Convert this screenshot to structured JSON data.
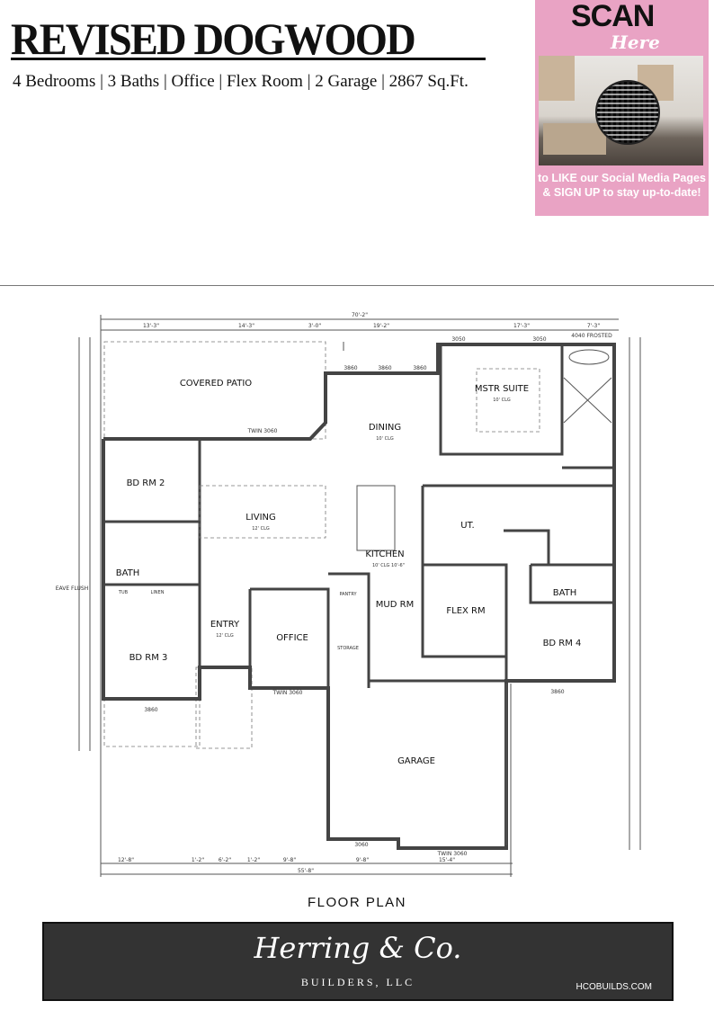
{
  "header": {
    "title": "REVISED DOGWOOD",
    "subtitle": "4 Bedrooms | 3 Baths | Office | Flex Room | 2 Garage | 2867 Sq.Ft."
  },
  "promo": {
    "scan": "SCAN",
    "here": "Here",
    "message": "to LIKE our Social Media Pages & SIGN UP to stay up-to-date!",
    "background": "#e9a3c4"
  },
  "plan": {
    "caption": "FLOOR PLAN",
    "rooms": {
      "covered_patio": "COVERED PATIO",
      "dining": "DINING",
      "dining_clg": "10' CLG",
      "master": "MSTR SUITE",
      "master_clg": "10' CLG",
      "bd2": "BD RM 2",
      "living": "LIVING",
      "living_clg": "12' CLG",
      "kitchen": "KITCHEN",
      "kitchen_clg": "10' CLG 10'-6\"",
      "ut": "UT.",
      "bath_left": "BATH",
      "bath_right": "BATH",
      "entry": "ENTRY",
      "entry_clg": "12' CLG",
      "office": "OFFICE",
      "mud": "MUD RM",
      "flex": "FLEX RM",
      "bd3": "BD RM 3",
      "bd4": "BD RM 4",
      "garage": "GARAGE",
      "pantry": "PANTRY",
      "storage": "STORAGE",
      "tub": "TUB",
      "linen": "LINEN",
      "eave": "EAVE FLUSH"
    },
    "dims_top": {
      "overall": "70'-2\"",
      "d1": "13'-3\"",
      "d2": "14'-3\"",
      "d3": "3'-0\"",
      "d4": "19'-2\"",
      "d5": "17'-3\"",
      "d6": "7'-3\""
    },
    "dims_bottom": {
      "overall": "55'-8\"",
      "d1": "12'-8\"",
      "d2": "1'-2\"",
      "d3": "6'-2\"",
      "d4": "1'-2\"",
      "d5": "9'-8\"",
      "d6": "9'-8\"",
      "d7": "15'-4\""
    },
    "windows": {
      "w3050a": "3050",
      "w3050b": "3050",
      "w4040": "4040 FROSTED",
      "w3860a": "3860",
      "w3860b": "3860",
      "w3860c": "3860",
      "twin_patio": "TWIN 3060",
      "twin_office": "TWIN 3060",
      "w3860_bd3": "3860",
      "w3860_bd4": "3860",
      "w3060_garage": "3060",
      "twin_garage": "TWIN 3060"
    }
  },
  "footer": {
    "logo": "Herring & Co.",
    "builders": "BUILDERS, LLC",
    "website": "HCOBUILDS.COM"
  }
}
